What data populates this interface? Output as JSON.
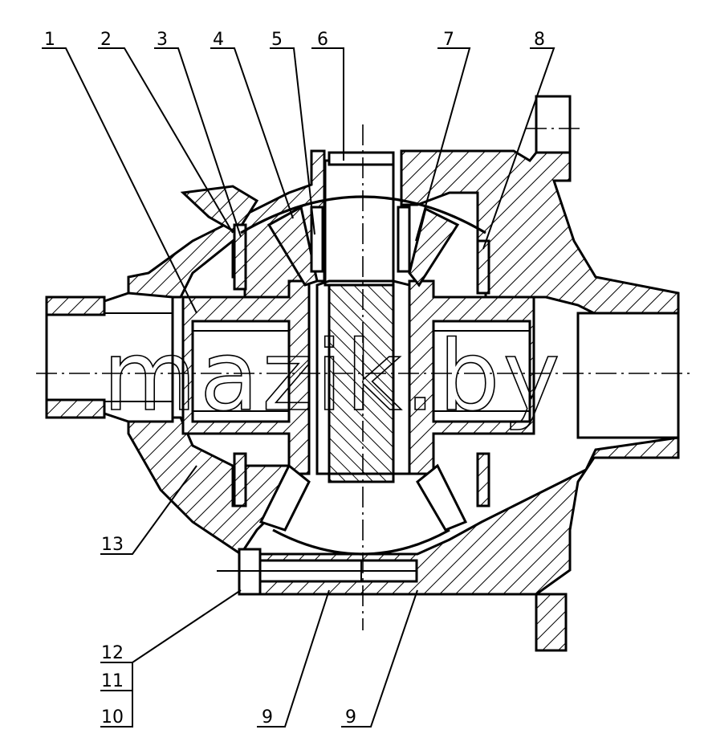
{
  "watermark": "mazik.by",
  "callouts": [
    {
      "id": "c1",
      "label": "1"
    },
    {
      "id": "c2",
      "label": "2"
    },
    {
      "id": "c3",
      "label": "3"
    },
    {
      "id": "c4",
      "label": "4"
    },
    {
      "id": "c5",
      "label": "5"
    },
    {
      "id": "c6",
      "label": "6"
    },
    {
      "id": "c7",
      "label": "7"
    },
    {
      "id": "c8",
      "label": "8"
    },
    {
      "id": "c9a",
      "label": "9"
    },
    {
      "id": "c9b",
      "label": "9"
    },
    {
      "id": "c10",
      "label": "10"
    },
    {
      "id": "c11",
      "label": "11"
    },
    {
      "id": "c12",
      "label": "12"
    },
    {
      "id": "c13",
      "label": "13"
    }
  ]
}
